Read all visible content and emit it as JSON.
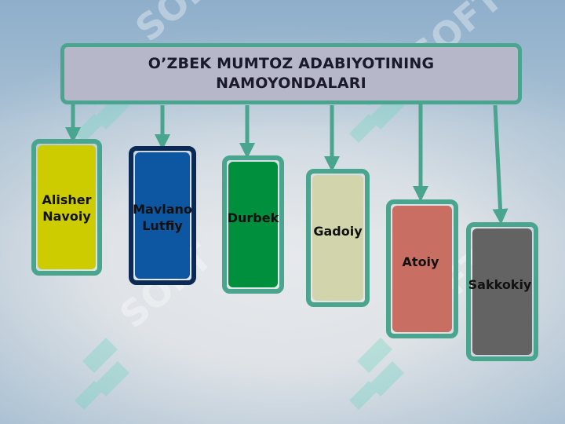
{
  "title": {
    "line1": "O’ZBEK MUMTOZ ADABIYOTINING",
    "line2": "NAMOYONDALARI"
  },
  "poets": [
    {
      "name": "Alisher\nNavoiy",
      "color": "#cccc00"
    },
    {
      "name": "Mavlano\nLutfiy",
      "color": "#0d56a2"
    },
    {
      "name": "Durbek",
      "color": "#008f3d"
    },
    {
      "name": "Gadoiy",
      "color": "#d2d4ac"
    },
    {
      "name": "Atoiy",
      "color": "#c86e62"
    },
    {
      "name": "Sakkokiy",
      "color": "#636363"
    }
  ],
  "colors": {
    "frame": "#4aa58f",
    "title_fill": "#b6b7c8"
  },
  "watermark": "SOFT"
}
